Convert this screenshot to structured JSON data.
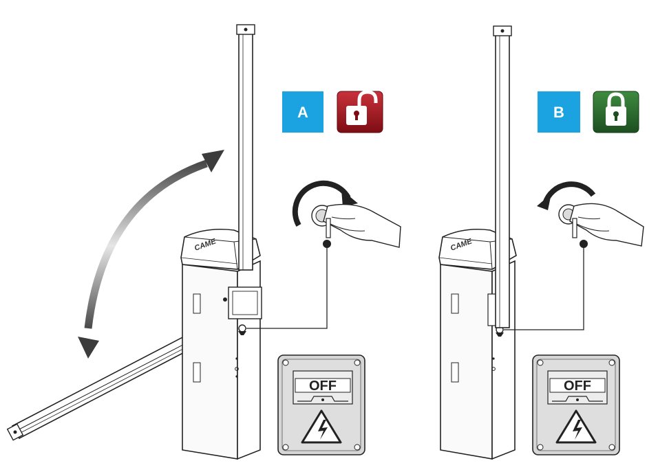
{
  "panel_a": {
    "label": "A",
    "label_color": "#1aa3e0",
    "lock_state": "unlocked",
    "lock_icon": "open-padlock-icon",
    "lock_color": "#a3151e",
    "switch_text": "OFF",
    "brand_text": "CAME",
    "rotation_direction": "clockwise"
  },
  "panel_b": {
    "label": "B",
    "label_color": "#1aa3e0",
    "lock_state": "locked",
    "lock_icon": "closed-padlock-icon",
    "lock_color": "#2b6f2e",
    "switch_text": "OFF",
    "brand_text": "CAME",
    "rotation_direction": "counterclockwise"
  },
  "warning_icon": "electrical-hazard-icon"
}
